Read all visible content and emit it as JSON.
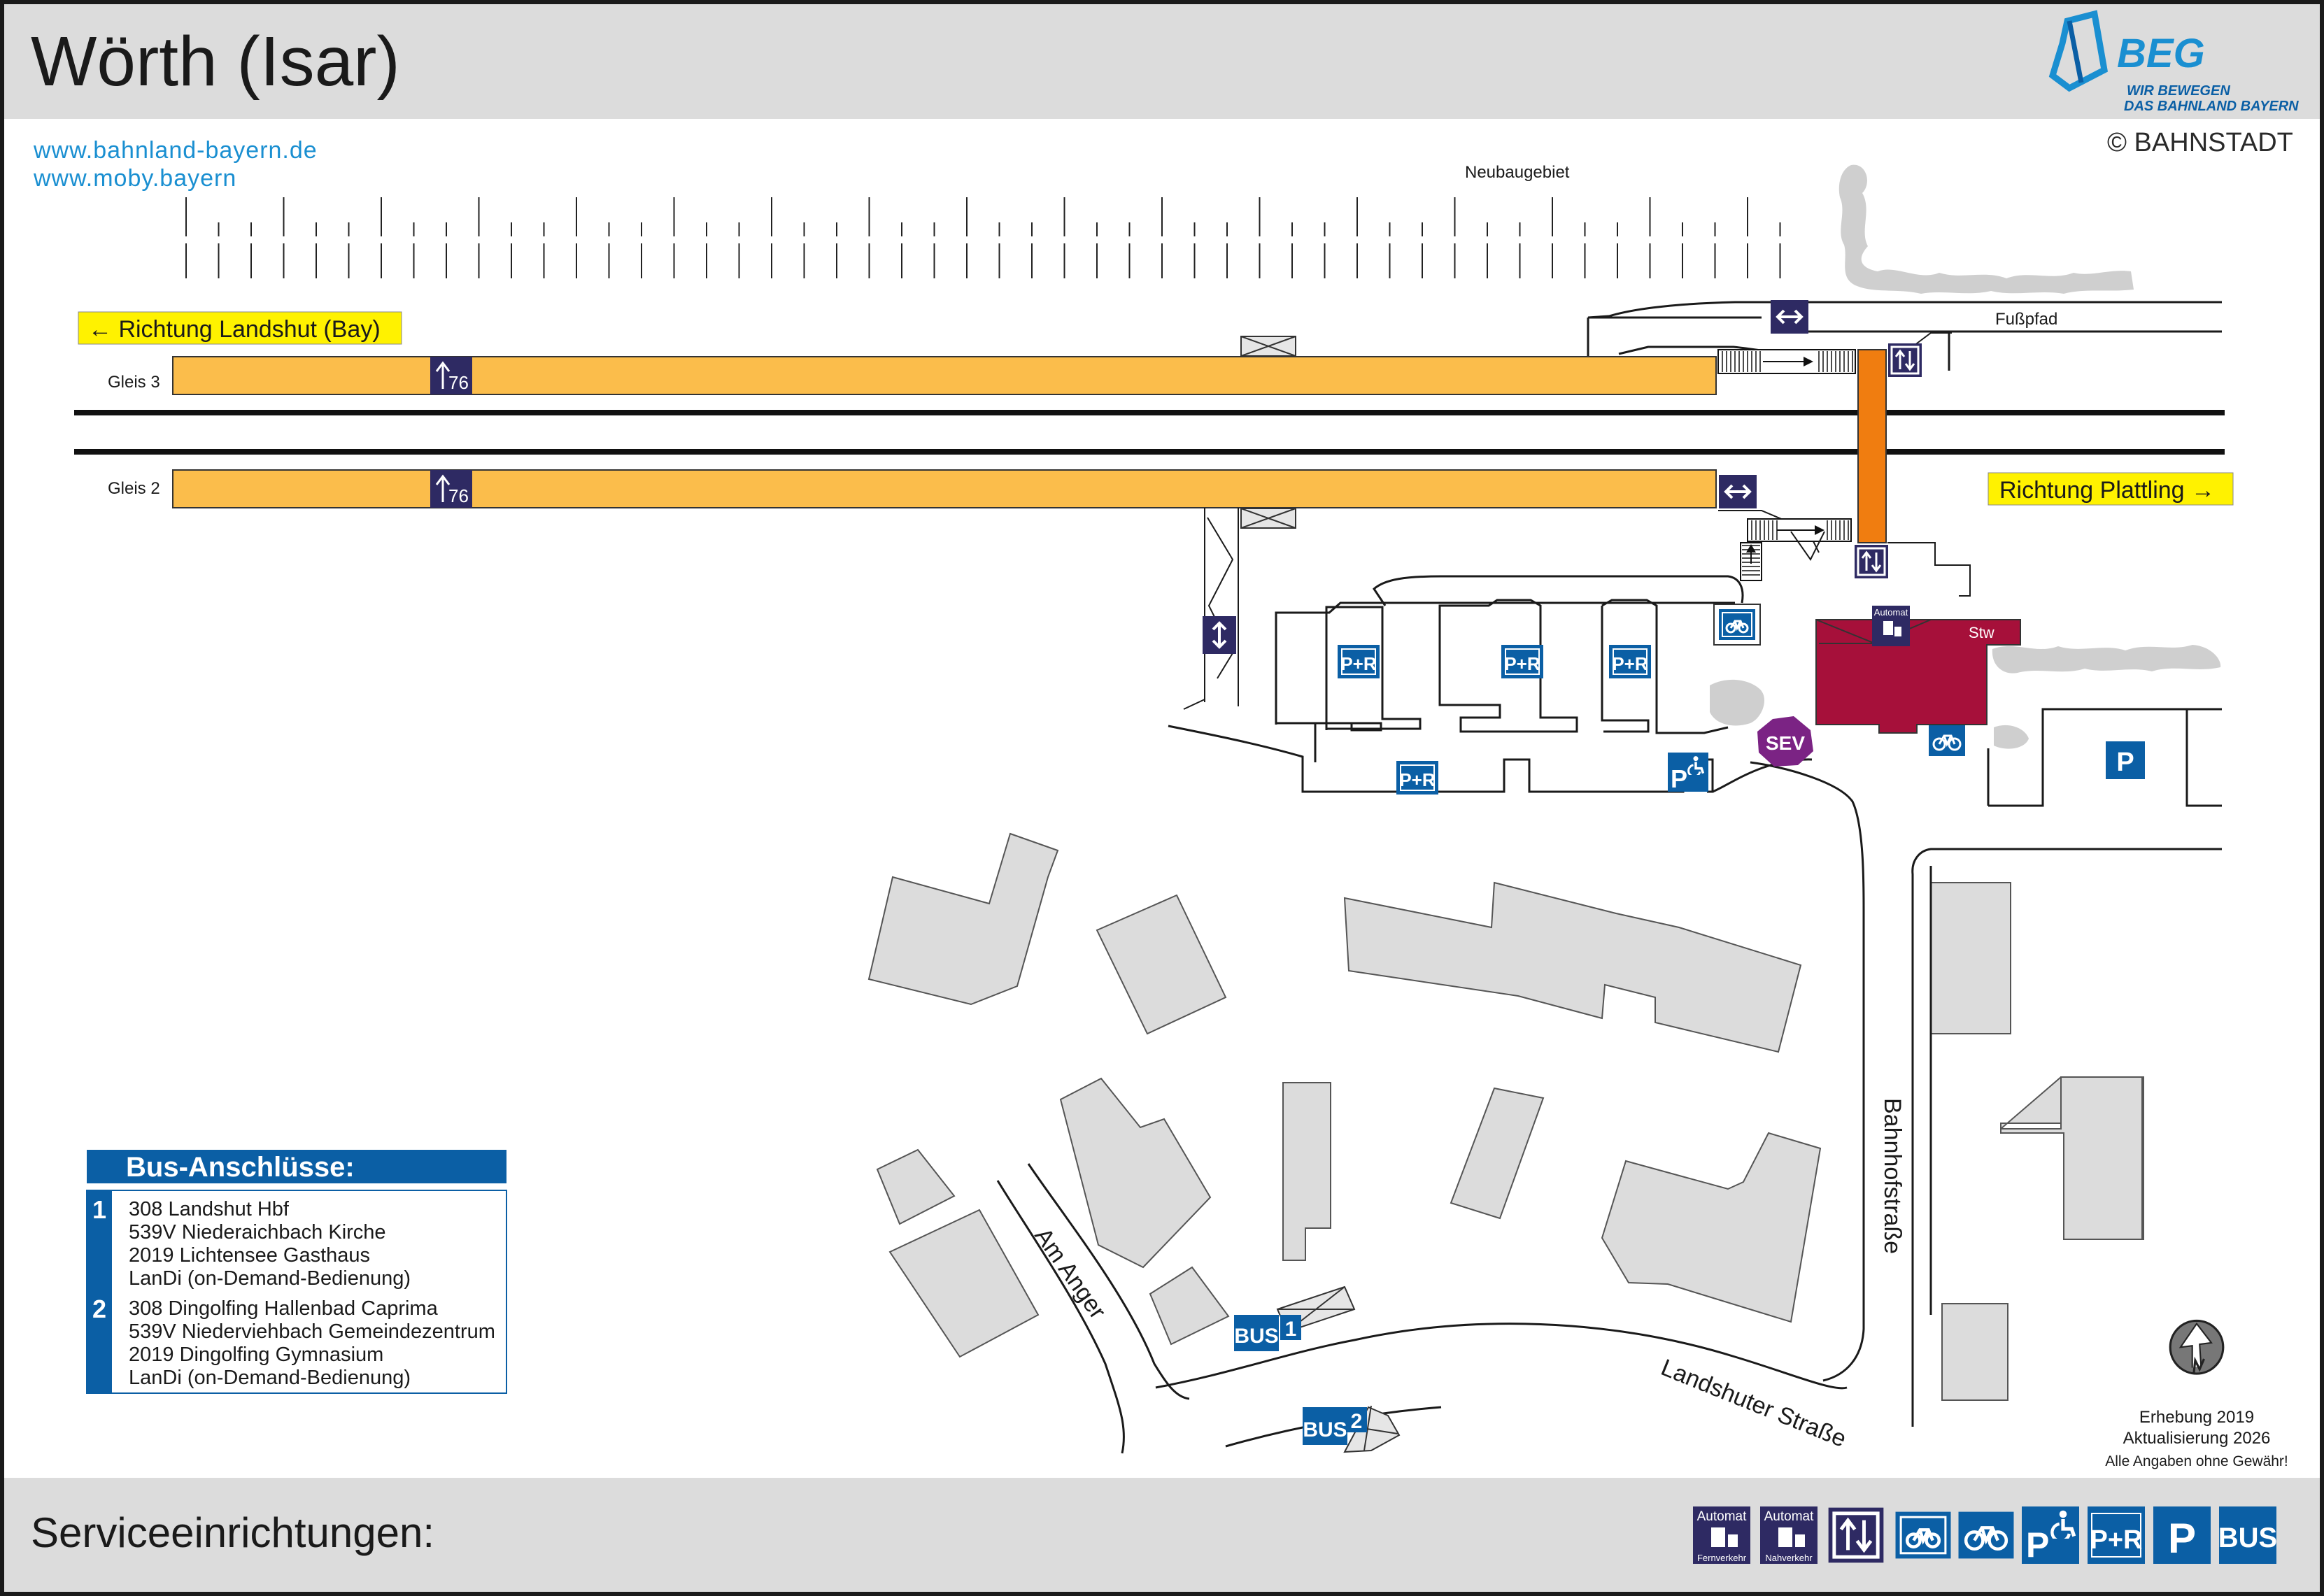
{
  "header": {
    "title": "Wörth (Isar)",
    "brand_name": "BEG",
    "brand_tagline_1": "WIR BEWEGEN",
    "brand_tagline_2": "DAS BAHNLAND BAYERN",
    "copyright": "© BAHNSTADT"
  },
  "links": [
    "www.bahnland-bayern.de",
    "www.moby.bayern"
  ],
  "map": {
    "area_label": "Neubaugebiet",
    "footpath_label": "Fußpfad",
    "direction_west": "← Richtung Landshut (Bay)",
    "direction_east": "Richtung Plattling →",
    "platforms": [
      {
        "label": "Gleis 3",
        "height_cm": "76"
      },
      {
        "label": "Gleis 2",
        "height_cm": "76"
      }
    ],
    "signal_box_label": "Stw",
    "ticket_machine_label": "Automat",
    "park_ride_label": "P+R",
    "parking_label": "P",
    "rail_replacement_label": "SEV",
    "bus_label": "BUS",
    "bus_stop_1": "1",
    "bus_stop_2": "2",
    "streets": [
      "Am Anger",
      "Landshuter Straße",
      "Bahnhofstraße"
    ]
  },
  "bus_connections": {
    "title": "Bus-Anschlüsse:",
    "stops": [
      {
        "number": "1",
        "lines": [
          "308 Landshut Hbf",
          "539V Niederaichbach Kirche",
          "2019 Lichtensee Gasthaus",
          "LanDi (on-Demand-Bedienung)"
        ]
      },
      {
        "number": "2",
        "lines": [
          "308 Dingolfing Hallenbad Caprima",
          "539V Niederviehbach Gemeindezentrum",
          "2019 Dingolfing Gymnasium",
          "LanDi (on-Demand-Bedienung)"
        ]
      }
    ]
  },
  "survey": {
    "line_1": "Erhebung 2019",
    "line_2": "Aktualisierung 2026",
    "line_3": "Alle Angaben ohne Gewähr!"
  },
  "footer": {
    "title": "Serviceeinrichtungen:",
    "legend": [
      {
        "icon": "ticket-machine-long-distance-icon",
        "top": "Automat",
        "bottom": "Fernverkehr"
      },
      {
        "icon": "ticket-machine-regional-icon",
        "top": "Automat",
        "bottom": "Nahverkehr"
      },
      {
        "icon": "elevator-icon"
      },
      {
        "icon": "bike-box-icon"
      },
      {
        "icon": "bike-parking-icon"
      },
      {
        "icon": "accessible-parking-icon",
        "top": "P"
      },
      {
        "icon": "park-and-ride-icon",
        "top": "P+R"
      },
      {
        "icon": "parking-icon",
        "top": "P"
      },
      {
        "icon": "bus-icon",
        "top": "BUS"
      }
    ]
  },
  "colors": {
    "platform": "#fbbd4b",
    "icon_navy": "#2e2a63",
    "icon_blue": "#0b5fa5",
    "signal_box": "#a6103a",
    "ramp": "#f07d10",
    "direction_sign": "#fff200",
    "sev": "#7b2384",
    "url": "#1a8fd1"
  }
}
